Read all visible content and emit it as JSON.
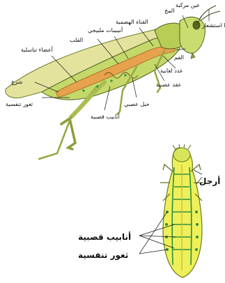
{
  "labels": {
    "antennae": "قرنا استشعار",
    "compound_eye": "عين مركبة",
    "brain": "المخ",
    "mouth": "الفم",
    "digestive_canal": "القناة الهضمية",
    "malpighian_tubules": "أنيبيبات ملبيجي",
    "heart": "القلب",
    "reproductive_organs": "أعضاء تناسلية",
    "anus": "شرج",
    "spiracles_top": "ثغور تنفسية",
    "tracheae_top": "أنابيب قصبية",
    "nerve_cord": "حبل عصبي",
    "nerve_ganglia": "عقد عصبية",
    "salivary_glands": "غدد لعابية",
    "legs": "أرجل",
    "tracheae_bottom": "أنابيب قصبية",
    "spiracles_bottom": "ثغور تنفسية"
  },
  "colors": {
    "body_green": "#c4d96a",
    "wing_yellow": "#e4e39e",
    "gut_orange": "#e7a24e",
    "trachea_green": "#2f8f3a",
    "ventral_yellow": "#eef05a"
  }
}
